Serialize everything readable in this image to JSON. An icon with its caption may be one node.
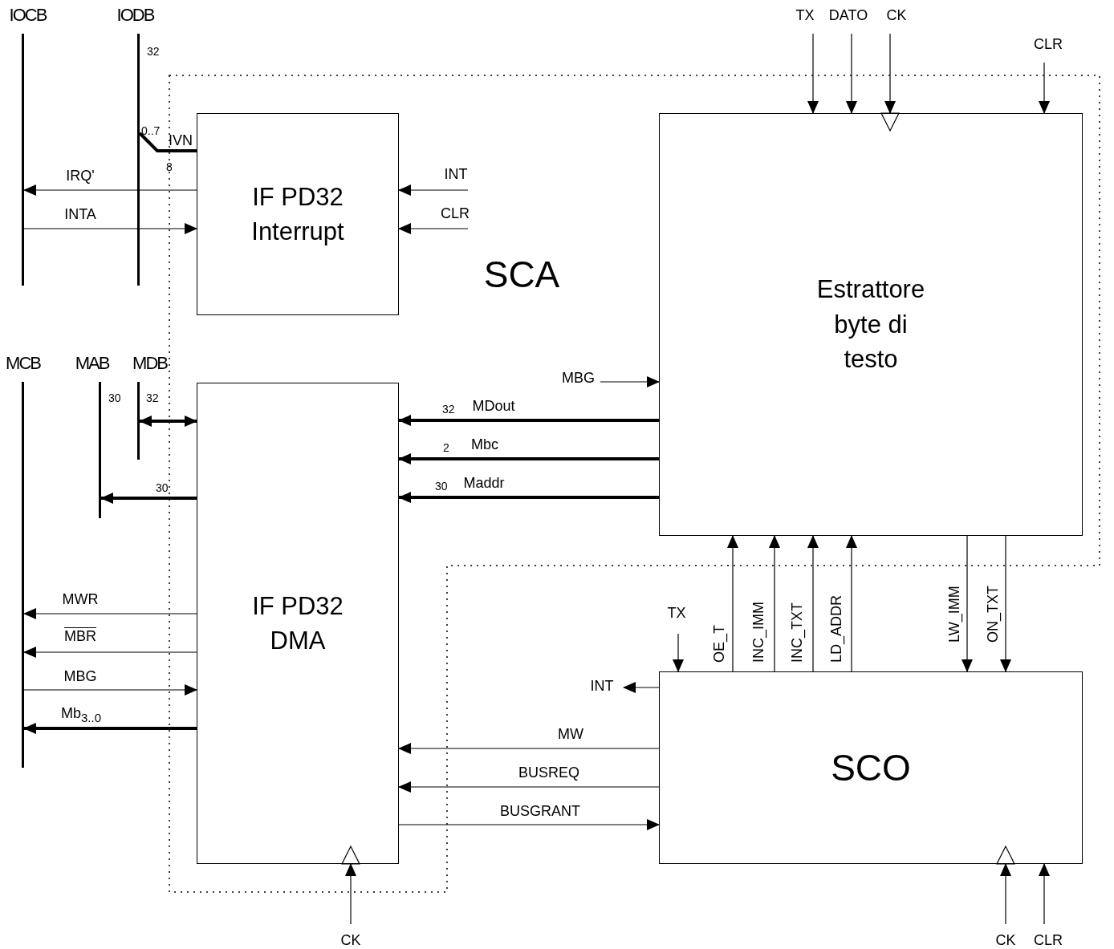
{
  "diagram": {
    "nodes": [
      {
        "text": [
          "SCA"
        ]
      },
      {
        "text": [
          "IF PD32 Interrupt"
        ],
        "in": 0
      },
      {
        "text": [
          "Estrattore byte di testo"
        ],
        "in": 0
      },
      {
        "text": [
          "IF PD32 DMA"
        ],
        "in": 0
      },
      {
        "text": [
          "SCO"
        ]
      },
      {
        "text": [
          "IOCB"
        ]
      },
      {
        "text": [
          "IODB"
        ]
      },
      {
        "text": [
          "MCB"
        ]
      },
      {
        "text": [
          "MAB"
        ]
      },
      {
        "text": [
          "MDB"
        ]
      }
    ],
    "edges": [
      {
        "from": 6,
        "to": 1,
        "arrow": "none",
        "label": "IVN",
        "style": "thick"
      },
      {
        "from": 1,
        "to": 5,
        "arrow": "to",
        "label": "IRQ'"
      },
      {
        "from": 5,
        "to": 1,
        "arrow": "to",
        "label": "INTA"
      },
      {
        "from": null,
        "to": 1,
        "arrow": "to",
        "label": "INT"
      },
      {
        "from": null,
        "to": 1,
        "arrow": "to",
        "label": "CLR"
      },
      {
        "from": 9,
        "to": 3,
        "arrow": "both",
        "style": "thick"
      },
      {
        "from": 3,
        "to": 8,
        "arrow": "to",
        "style": "thick"
      },
      {
        "from": 3,
        "to": 7,
        "arrow": "to",
        "label": "MWR"
      },
      {
        "from": 3,
        "to": 7,
        "arrow": "to",
        "label": "MBR"
      },
      {
        "from": 7,
        "to": 3,
        "arrow": "to",
        "label": "MBG"
      },
      {
        "from": 3,
        "to": 7,
        "arrow": "to",
        "label": "Mb$_{3..0}$",
        "style": "thick"
      },
      {
        "from": null,
        "to": 2,
        "arrow": "to",
        "label": "MBG"
      },
      {
        "from": 2,
        "to": 3,
        "arrow": "to",
        "label": "MDout",
        "style": "thick"
      },
      {
        "from": 2,
        "to": 3,
        "arrow": "to",
        "label": "Mbc",
        "style": "thick"
      },
      {
        "from": 2,
        "to": 3,
        "arrow": "to",
        "label": "Maddr",
        "style": "thick"
      },
      {
        "from": 4,
        "to": 2,
        "arrow": "to",
        "label": "OE_T"
      },
      {
        "from": 4,
        "to": 2,
        "arrow": "to",
        "label": "INC_IMM"
      },
      {
        "from": 4,
        "to": 2,
        "arrow": "to",
        "label": "INC_TXT"
      },
      {
        "from": 4,
        "to": 2,
        "arrow": "to",
        "label": "LD_ADDR"
      },
      {
        "from": 2,
        "to": 4,
        "arrow": "to",
        "label": "LW_IMM"
      },
      {
        "from": 2,
        "to": 4,
        "arrow": "to",
        "label": "ON_TXT"
      },
      {
        "from": null,
        "to": 4,
        "arrow": "to",
        "label": "TX"
      },
      {
        "from": 4,
        "to": null,
        "arrow": "to",
        "label": "INT"
      },
      {
        "from": 4,
        "to": 3,
        "arrow": "to",
        "label": "MW"
      },
      {
        "from": 4,
        "to": 3,
        "arrow": "to",
        "label": "BUSREQ"
      },
      {
        "from": 3,
        "to": 4,
        "arrow": "to",
        "label": "BUSGRANT"
      },
      {
        "from": null,
        "to": 3,
        "arrow": "to",
        "label": "CK"
      },
      {
        "from": null,
        "to": 4,
        "arrow": "to",
        "label": "CK"
      },
      {
        "from": null,
        "to": 4,
        "arrow": "to",
        "label": "CLR"
      },
      {
        "from": null,
        "to": 2,
        "arrow": "to",
        "label": "TX"
      },
      {
        "from": null,
        "to": 2,
        "arrow": "to",
        "label": "DATO"
      },
      {
        "from": null,
        "to": 2,
        "arrow": "to",
        "label": "CK"
      },
      {
        "from": null,
        "to": 2,
        "arrow": "to",
        "label": "CLR"
      }
    ],
    "labels": [
      "32",
      "0..7",
      "8",
      "30",
      "32",
      "32",
      "2",
      "30",
      "30"
    ]
  }
}
